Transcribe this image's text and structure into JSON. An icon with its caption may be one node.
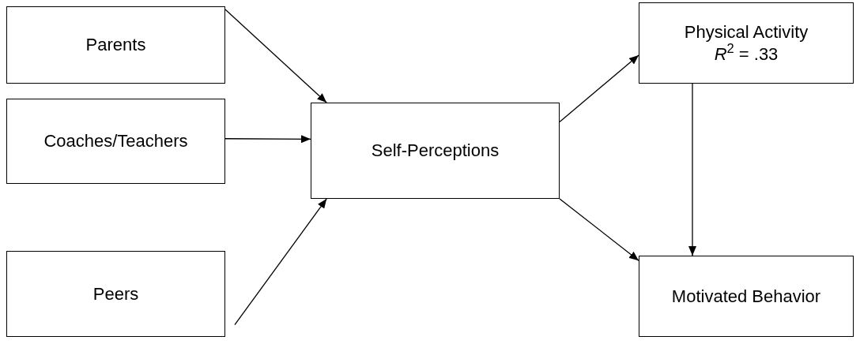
{
  "diagram": {
    "nodes": [
      {
        "text": [
          "Parents"
        ]
      },
      {
        "text": [
          "Coaches/Teachers"
        ]
      },
      {
        "text": [
          "Peers"
        ]
      },
      {
        "text": [
          "Self-Perceptions"
        ]
      },
      {
        "text": [
          "Physical Activity",
          "*R*$^{2}$ = .33"
        ]
      },
      {
        "text": [
          "Motivated Behavior"
        ]
      }
    ],
    "edges": [
      {
        "from": 0,
        "to": 3,
        "arrow": "to"
      },
      {
        "from": 1,
        "to": 3,
        "arrow": "to"
      },
      {
        "from": 2,
        "to": 3,
        "arrow": "to"
      },
      {
        "from": 3,
        "to": 4,
        "arrow": "to"
      },
      {
        "from": 3,
        "to": 5,
        "arrow": "to"
      },
      {
        "from": 4,
        "to": 5,
        "arrow": "to"
      }
    ]
  }
}
